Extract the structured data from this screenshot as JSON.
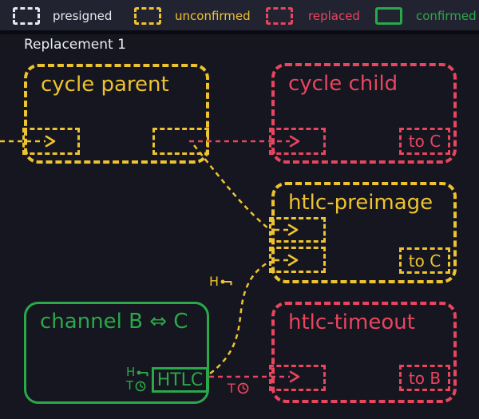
{
  "title": "Replacement 1",
  "colors": {
    "background": "#15161f",
    "legend_background": "#222331",
    "separator": "#0a0b12",
    "presigned": "#e8e8ec",
    "unconfirmed": "#eec331",
    "replaced": "#e8455f",
    "confirmed": "#2ba84a",
    "title_text": "#e9ecf2"
  },
  "legend": {
    "items": [
      {
        "label": "presigned",
        "border": "dashed",
        "color": "#e8e8ec"
      },
      {
        "label": "unconfirmed",
        "border": "dashed",
        "color": "#eec331"
      },
      {
        "label": "replaced",
        "border": "dashed",
        "color": "#e8455f"
      },
      {
        "label": "confirmed",
        "border": "solid",
        "color": "#2ba84a"
      }
    ]
  },
  "nodes": {
    "cycle_parent": {
      "label": "cycle parent",
      "status": "unconfirmed"
    },
    "cycle_child": {
      "label": "cycle child",
      "status": "replaced",
      "output_label": "to C"
    },
    "htlc_preimage": {
      "label": "htlc-preimage",
      "status": "unconfirmed",
      "output_label": "to C"
    },
    "channel": {
      "label": "channel B ⇔ C",
      "status": "confirmed",
      "htlc_label": "HTLC",
      "hash_letter": "H",
      "time_letter": "T"
    },
    "htlc_timeout": {
      "label": "htlc-timeout",
      "status": "replaced",
      "output_label": "to B"
    }
  },
  "annotations": {
    "preimage_spend_letter": "H",
    "timeout_spend_letter": "T"
  }
}
